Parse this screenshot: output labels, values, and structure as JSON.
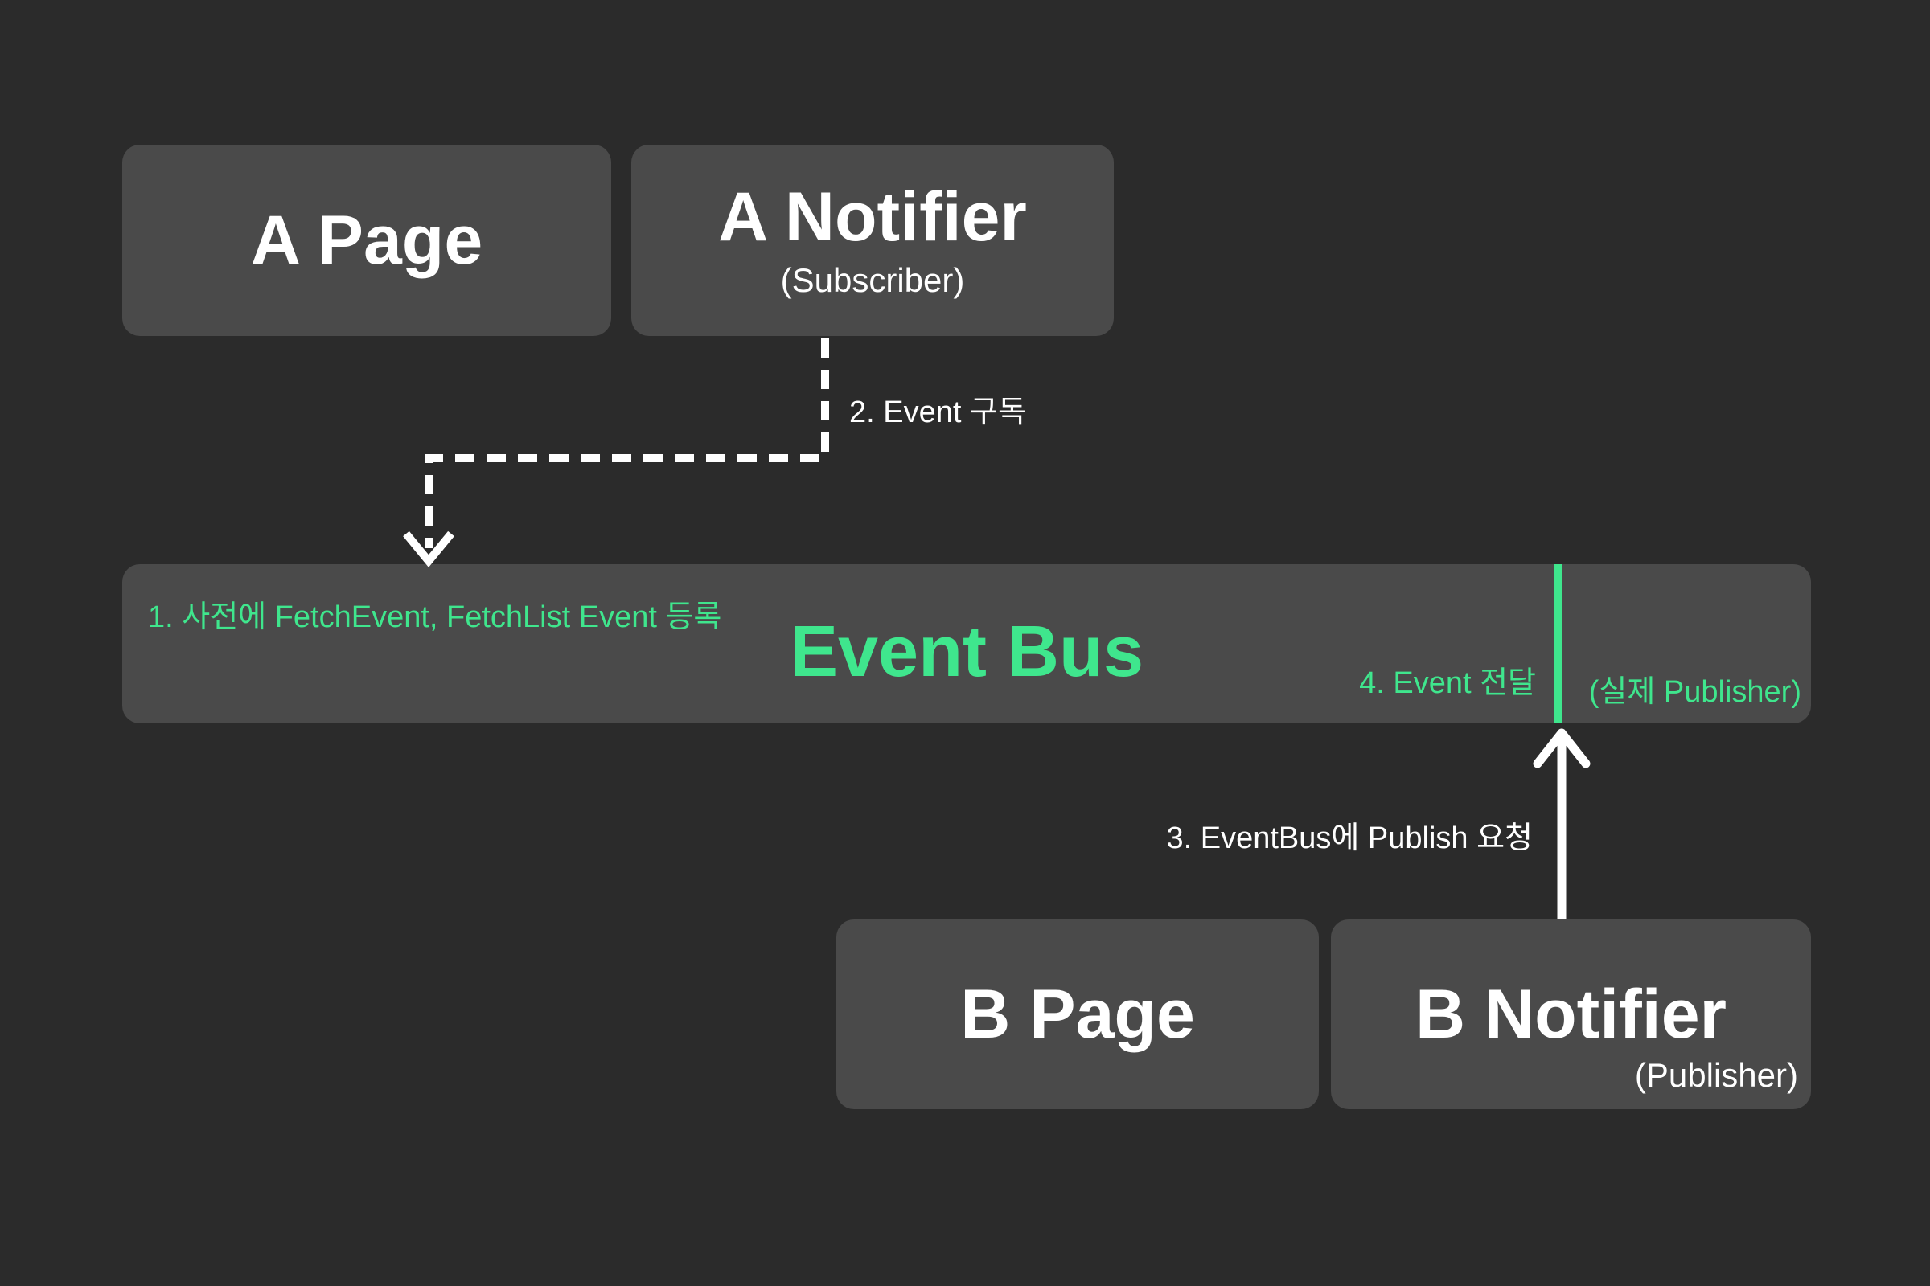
{
  "colors": {
    "background": "#2b2b2b",
    "node_fill": "#4a4a4a",
    "accent_green": "#3fe68d",
    "text_white": "#ffffff"
  },
  "nodes": {
    "a_page": {
      "title": "A Page"
    },
    "a_notifier": {
      "title": "A Notifier",
      "subtitle": "(Subscriber)"
    },
    "event_bus": {
      "title": "Event Bus",
      "left_note": "1. 사전에 FetchEvent, FetchList Event 등록",
      "right_note": "4. Event 전달",
      "publisher_note": "(실제 Publisher)"
    },
    "b_page": {
      "title": "B Page"
    },
    "b_notifier": {
      "title": "B Notifier",
      "subtitle": "(Publisher)"
    }
  },
  "arrows": {
    "subscribe": {
      "label": "2. Event 구독",
      "style": "dashed"
    },
    "publish": {
      "label": "3. EventBus에 Publish 요청",
      "style": "solid"
    }
  }
}
